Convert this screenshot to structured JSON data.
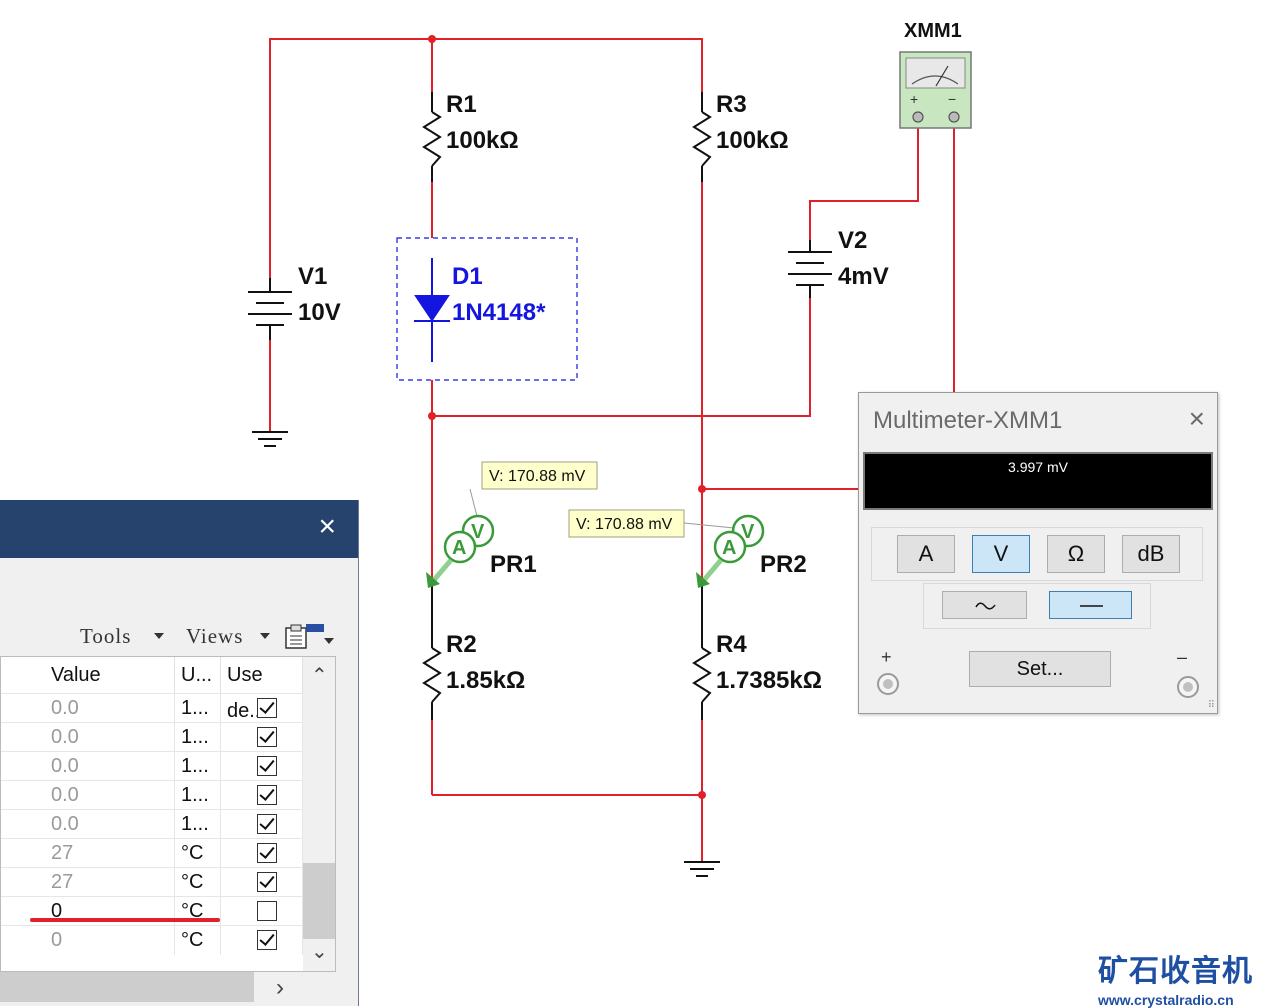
{
  "schematic": {
    "xmm1_label": "XMM1",
    "xmm1_plus": "+",
    "xmm1_minus": "−",
    "r1": {
      "name": "R1",
      "value": "100kΩ"
    },
    "r3": {
      "name": "R3",
      "value": "100kΩ"
    },
    "v1": {
      "name": "V1",
      "value": "10V"
    },
    "v2": {
      "name": "V2",
      "value": "4mV"
    },
    "d1": {
      "name": "D1",
      "value": "1N4148*"
    },
    "r2": {
      "name": "R2",
      "value": "1.85kΩ"
    },
    "r4": {
      "name": "R4",
      "value": "1.7385kΩ"
    },
    "pr1": {
      "name": "PR1",
      "reading": "V: 170.88 mV"
    },
    "pr2": {
      "name": "PR2",
      "reading": "V: 170.88 mV"
    },
    "meter_a": "A",
    "meter_v": "V",
    "colors": {
      "wire": "#e0202a",
      "probe": "#3a9a3a",
      "diode": "#1515e0"
    }
  },
  "multimeter": {
    "title": "Multimeter-XMM1",
    "close": "×",
    "display": "3.997 mV",
    "modes": [
      "A",
      "V",
      "Ω",
      "dB"
    ],
    "active_mode": "V",
    "set_label": "Set...",
    "plus": "+",
    "minus": "–",
    "grip": "⠿"
  },
  "dialog": {
    "close": "×",
    "toolbar": {
      "tools": "Tools",
      "views": "Views"
    },
    "columns": [
      "Value",
      "U...",
      "Use de..."
    ],
    "rows": [
      {
        "value": "0.0",
        "unit": "1...",
        "use_default": true
      },
      {
        "value": "0.0",
        "unit": "1...",
        "use_default": true
      },
      {
        "value": "0.0",
        "unit": "1...",
        "use_default": true
      },
      {
        "value": "0.0",
        "unit": "1...",
        "use_default": true
      },
      {
        "value": "0.0",
        "unit": "1...",
        "use_default": true
      },
      {
        "value": "27",
        "unit": "°C",
        "use_default": true
      },
      {
        "value": "27",
        "unit": "°C",
        "use_default": true
      },
      {
        "value": "0",
        "unit": "°C",
        "use_default": false
      },
      {
        "value": "0",
        "unit": "°C",
        "use_default": true
      }
    ],
    "scroll_up": "⌃",
    "scroll_down": "⌄",
    "scroll_right": "›"
  },
  "watermark": {
    "cn": "矿石收音机",
    "url": "www.crystalradio.cn"
  }
}
